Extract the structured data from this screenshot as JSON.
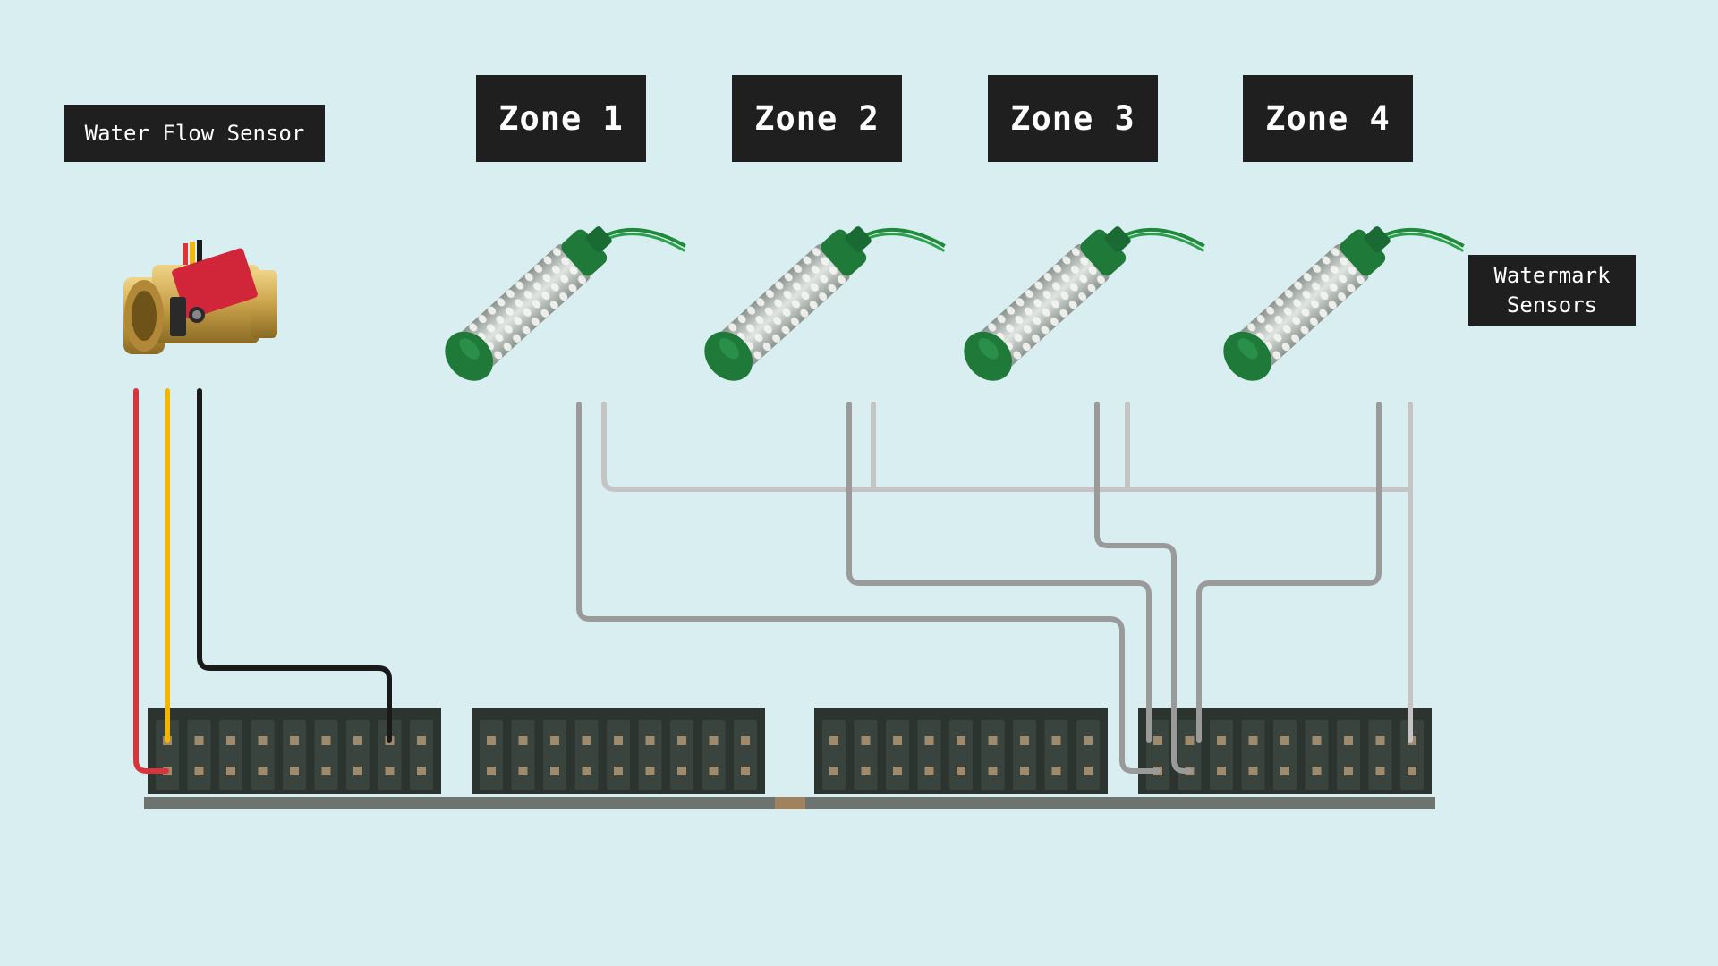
{
  "labels": {
    "water_flow_sensor": "Water Flow Sensor",
    "zone_1": "Zone 1",
    "zone_2": "Zone 2",
    "zone_3": "Zone 3",
    "zone_4": "Zone 4",
    "watermark_line1": "Watermark",
    "watermark_line2": "Sensors"
  },
  "colors": {
    "background": "#d8eef0",
    "label_bg": "#1f1f1f",
    "wire_red": "#d9343c",
    "wire_yellow": "#f2b705",
    "wire_black": "#1a1a1a",
    "wire_dark_gray": "#9a9a9a",
    "wire_light_gray": "#c4c4c4",
    "header": "#2c3430",
    "pin": "#a08a6c",
    "board": "#6d746f",
    "sensor_green": "#1f7a3a",
    "flow_sensor_brass": "#c9a24a",
    "flow_sensor_label": "#d1263a"
  },
  "icons": [
    "flow-sensor-icon",
    "watermark-sensor-icon"
  ]
}
